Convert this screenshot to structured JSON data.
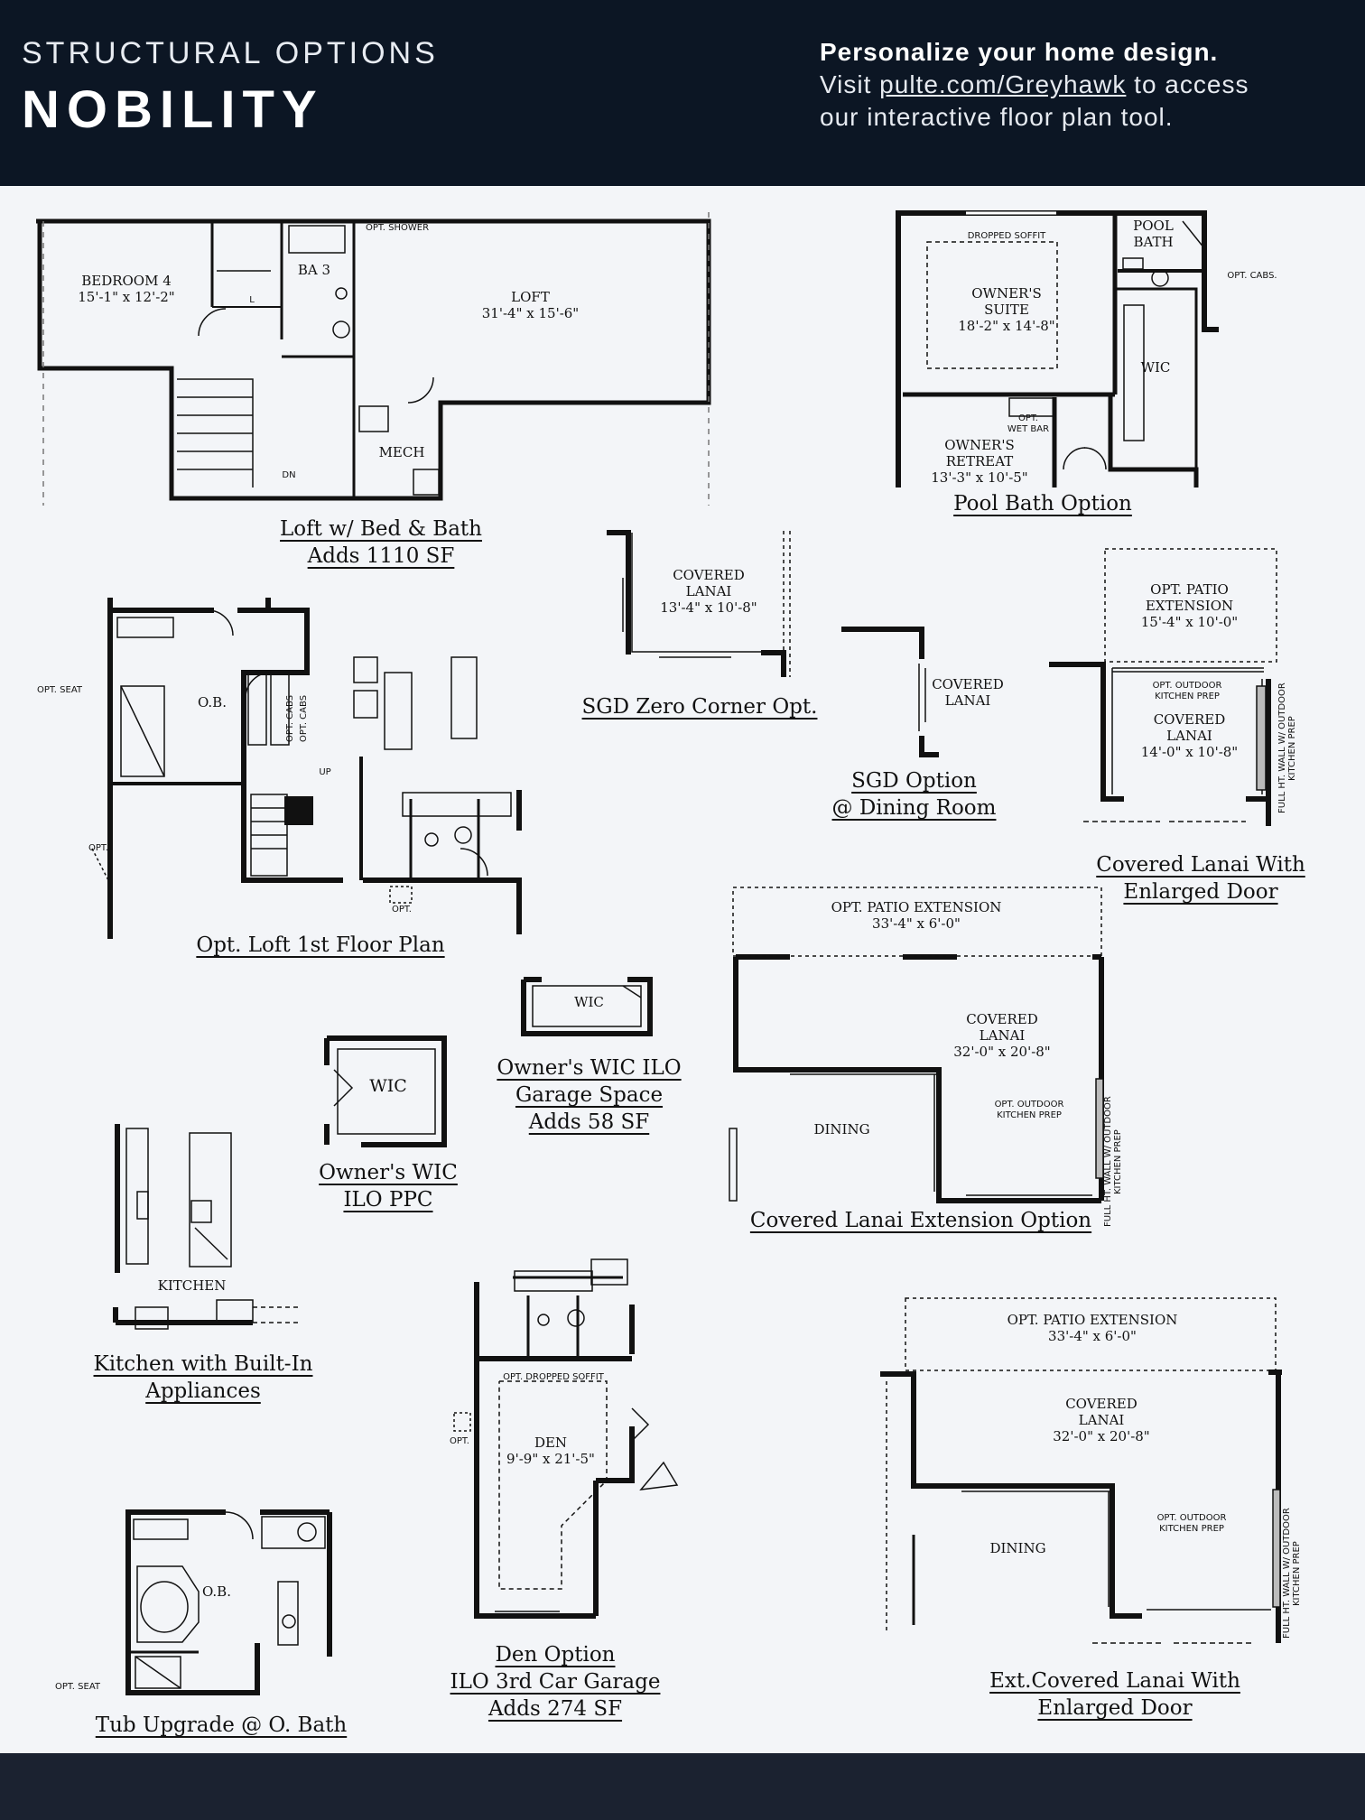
{
  "header": {
    "kicker": "STRUCTURAL OPTIONS",
    "title": "NOBILITY",
    "promo_line1": "Personalize your home design.",
    "promo_visit": "Visit",
    "promo_link": "pulte.com/Greyhawk",
    "promo_rest1": "to access",
    "promo_line3": "our interactive floor plan tool."
  },
  "plans": {
    "loft": {
      "caption1": "Loft w/ Bed & Bath",
      "caption2": "Adds 1110 SF",
      "bedroom": "BEDROOM 4",
      "bedroom_size": "15'-1\" x 12'-2\"",
      "bath": "BA 3",
      "opt_shower": "OPT. SHOWER",
      "loft": "LOFT",
      "loft_size": "31'-4\" x 15'-6\"",
      "mech": "MECH",
      "dn": "DN",
      "l": "L"
    },
    "pool": {
      "caption": "Pool Bath Option",
      "dropped": "DROPPED SOFFIT",
      "pool1": "POOL",
      "pool2": "BATH",
      "suite1": "OWNER'S",
      "suite2": "SUITE",
      "suite_size": "18'-2\" x 14'-8\"",
      "opt_cabs": "OPT. CABS.",
      "wic": "WIC",
      "wetbar1": "OPT.",
      "wetbar2": "WET BAR",
      "retreat1": "OWNER'S",
      "retreat2": "RETREAT",
      "retreat_size": "13'-3\" x 10'-5\""
    },
    "sgdzero": {
      "caption": "SGD Zero Corner Opt.",
      "l1": "COVERED",
      "l2": "LANAI",
      "size": "13'-4\" x 10'-8\""
    },
    "sgddining": {
      "caption1": "SGD Option",
      "caption2": "@ Dining Room",
      "l1": "COVERED",
      "l2": "LANAI"
    },
    "enlarged": {
      "caption1": "Covered Lanai  With",
      "caption2": "Enlarged Door",
      "patio1": "OPT. PATIO",
      "patio2": "EXTENSION",
      "patio_size": "15'-4\" x 10'-0\"",
      "okp1": "OPT. OUTDOOR",
      "okp2": "KITCHEN PREP",
      "l1": "COVERED",
      "l2": "LANAI",
      "size": "14'-0\" x 10'-8\"",
      "wall": "FULL HT. WALL W/ OUTDOOR KITCHEN PREP"
    },
    "loft1st": {
      "caption": "Opt. Loft 1st Floor Plan",
      "opt_seat": "OPT. SEAT",
      "ob": "O.B.",
      "cabs1": "OPT. CABS",
      "cabs2": "OPT. CABS",
      "up": "UP",
      "opt1": "OPT.",
      "opt2": "OPT."
    },
    "extension": {
      "caption": "Covered Lanai Extension Option",
      "patio": "OPT. PATIO EXTENSION",
      "patio_size": "33'-4\" x 6'-0\"",
      "l1": "COVERED",
      "l2": "LANAI",
      "size": "32'-0\" x 20'-8\"",
      "okp1": "OPT. OUTDOOR",
      "okp2": "KITCHEN PREP",
      "dining": "DINING",
      "wall": "FULL HT. WALL W/ OUTDOOR KITCHEN PREP"
    },
    "wicgarage": {
      "caption1": "Owner's WIC ILO",
      "caption2": "Garage Space",
      "caption3": "Adds 58 SF",
      "wic": "WIC"
    },
    "wicppc": {
      "caption1": "Owner's WIC",
      "caption2": "ILO PPC",
      "wic": "WIC"
    },
    "kitchen": {
      "caption1": "Kitchen with Built-In",
      "caption2": "Appliances",
      "label": "KITCHEN"
    },
    "den": {
      "caption1": "Den Option",
      "caption2": "ILO 3rd Car Garage",
      "caption3": "Adds 274 SF",
      "dropped": "OPT. DROPPED SOFFIT",
      "den": "DEN",
      "size": "9'-9\" x 21'-5\"",
      "opt": "OPT."
    },
    "extenlarged": {
      "caption1": "Ext.Covered Lanai  With",
      "caption2": "Enlarged Door",
      "patio": "OPT. PATIO EXTENSION",
      "patio_size": "33'-4\" x 6'-0\"",
      "l1": "COVERED",
      "l2": "LANAI",
      "size": "32'-0\" x 20'-8\"",
      "okp1": "OPT. OUTDOOR",
      "okp2": "KITCHEN PREP",
      "dining": "DINING",
      "wall": "FULL HT. WALL W/ OUTDOOR KITCHEN PREP"
    },
    "tub": {
      "caption": "Tub Upgrade @ O. Bath",
      "ob": "O.B.",
      "opt_seat": "OPT. SEAT"
    }
  }
}
